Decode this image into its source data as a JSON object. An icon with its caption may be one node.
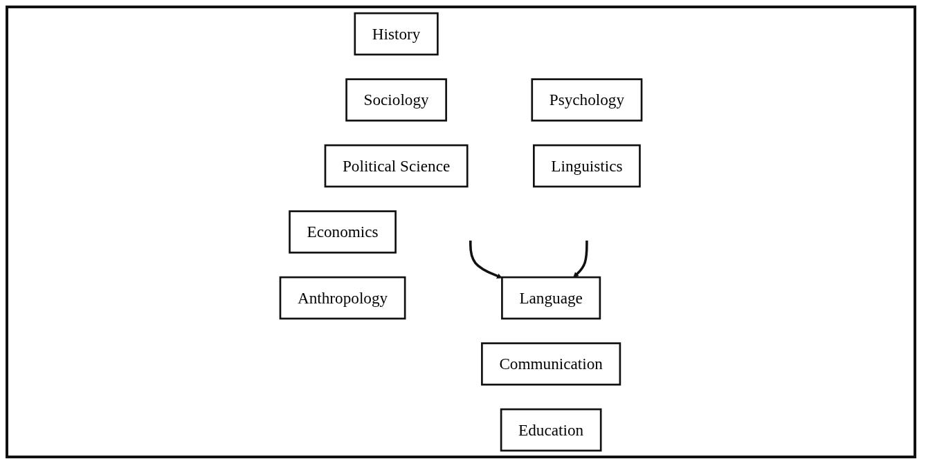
{
  "diagram": {
    "nodes": [
      {
        "text": [
          "History"
        ]
      },
      {
        "text": [
          "Sociology"
        ]
      },
      {
        "text": [
          "Political Science"
        ]
      },
      {
        "text": [
          "Economics"
        ]
      },
      {
        "text": [
          "Anthropology"
        ]
      },
      {
        "text": [
          "Psychology"
        ]
      },
      {
        "text": [
          "Linguistics"
        ]
      },
      {
        "text": [
          "Language"
        ]
      },
      {
        "text": [
          "Communication"
        ]
      },
      {
        "text": [
          "Education"
        ]
      }
    ],
    "edges": [
      {
        "from": null,
        "to": 7,
        "arrow": "to"
      },
      {
        "from": null,
        "to": 7,
        "arrow": "to"
      }
    ]
  }
}
